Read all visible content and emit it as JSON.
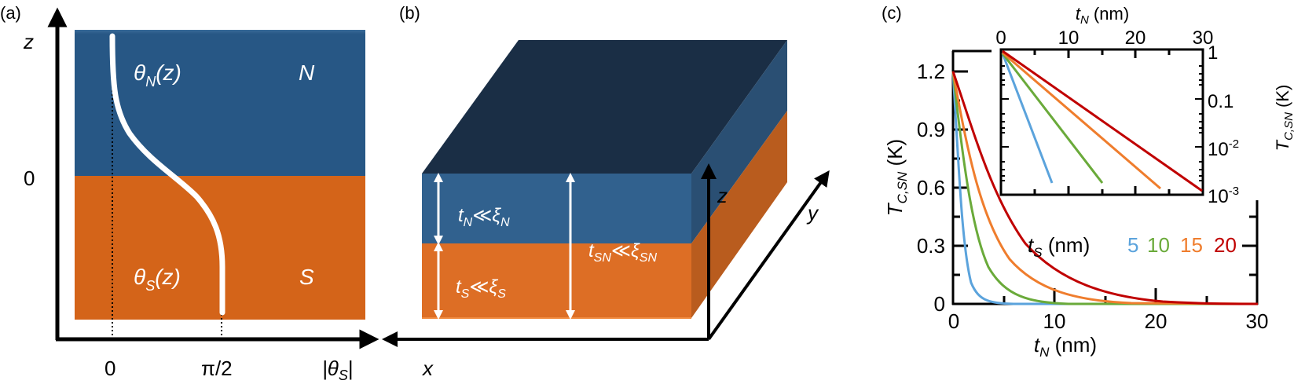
{
  "panels": {
    "a": {
      "label": "(a)",
      "axis_z_label": "z",
      "axis_z_zero": "0",
      "axis_theta_label": "|θ",
      "axis_theta_sub": "S",
      "axis_theta_close": "|",
      "tick_zero": "0",
      "tick_pi_half": "π/2",
      "theta_n": "θ",
      "theta_n_sub": "N",
      "theta_n_arg": "(z)",
      "theta_s": "θ",
      "theta_s_sub": "S",
      "theta_s_arg": "(z)",
      "layer_n": "N",
      "layer_s": "S",
      "colors": {
        "normal": "#275785",
        "superconductor": "#d46419"
      }
    },
    "b": {
      "label": "(b)",
      "t_n": "t",
      "t_n_sub": "N",
      "t_n_rel": "≪ξ",
      "t_n_rel_sub": "N",
      "t_s": "t",
      "t_s_sub": "S",
      "t_s_rel": "≪ξ",
      "t_s_rel_sub": "S",
      "t_sn": "t",
      "t_sn_sub": "SN",
      "t_sn_rel": "≪ξ",
      "t_sn_rel_sub": "SN",
      "axis_x": "x",
      "axis_y": "y",
      "axis_z": "z",
      "colors": {
        "top": "#1a2e45",
        "normal_front": "#31618e",
        "normal_side": "#2a4f73",
        "super_front": "#dd6e25",
        "super_side": "#b95c1e"
      }
    },
    "c": {
      "label": "(c)",
      "legend_prefix": "t",
      "legend_prefix_sub": "S",
      "legend_unit": "(nm)",
      "legend_values": [
        "5",
        "10",
        "15",
        "20"
      ]
    }
  },
  "chart_data": [
    {
      "type": "line",
      "title": "",
      "xlabel": "t_N (nm)",
      "ylabel": "T_C,SN (K)",
      "xlim": [
        0,
        30
      ],
      "ylim": [
        0,
        1.3
      ],
      "xticks": [
        "0",
        "10",
        "20",
        "30"
      ],
      "yticks": [
        "0",
        "0.3",
        "0.6",
        "0.9",
        "1.2"
      ],
      "legend_title": "t_S (nm)",
      "legend_position": "center-right",
      "grid": false,
      "x": [
        0,
        1,
        2,
        3,
        4,
        5,
        6,
        8,
        10,
        12,
        15,
        20,
        25,
        30
      ],
      "series": [
        {
          "name": "5",
          "color": "#5ba3dc",
          "values": [
            1.2,
            0.55,
            0.2,
            0.07,
            0.025,
            0.01,
            0.004,
            0.001,
            0.0,
            0.0,
            0.0,
            0.0,
            0.0,
            0.0
          ]
        },
        {
          "name": "10",
          "color": "#6aaa3a",
          "values": [
            1.2,
            0.75,
            0.45,
            0.27,
            0.16,
            0.1,
            0.06,
            0.025,
            0.01,
            0.004,
            0.001,
            0.0,
            0.0,
            0.0
          ]
        },
        {
          "name": "15",
          "color": "#ef7d2d",
          "values": [
            1.2,
            0.87,
            0.62,
            0.44,
            0.31,
            0.22,
            0.16,
            0.08,
            0.045,
            0.025,
            0.01,
            0.003,
            0.001,
            0.0
          ]
        },
        {
          "name": "20",
          "color": "#c00000",
          "values": [
            1.2,
            0.96,
            0.76,
            0.59,
            0.46,
            0.36,
            0.29,
            0.18,
            0.11,
            0.07,
            0.04,
            0.015,
            0.005,
            0.002
          ]
        }
      ]
    },
    {
      "type": "line",
      "title": "inset (log scale)",
      "xlabel": "t_N (nm)",
      "ylabel": "T_C,SN (K)",
      "xlim": [
        0,
        30
      ],
      "ylim": [
        0.001,
        1
      ],
      "yscale": "log",
      "xticks": [
        "0",
        "10",
        "20",
        "30"
      ],
      "yticks": [
        "10^-3",
        "10^-2",
        "0.1",
        "1"
      ],
      "grid": false,
      "series": [
        {
          "name": "5",
          "color": "#5ba3dc",
          "x": [
            0,
            7
          ],
          "values": [
            1.0,
            0.0013
          ]
        },
        {
          "name": "10",
          "color": "#6aaa3a",
          "x": [
            0,
            14
          ],
          "values": [
            1.0,
            0.0013
          ]
        },
        {
          "name": "15",
          "color": "#ef7d2d",
          "x": [
            0,
            22
          ],
          "values": [
            1.0,
            0.0011
          ]
        },
        {
          "name": "20",
          "color": "#c00000",
          "x": [
            0,
            30
          ],
          "values": [
            1.0,
            0.001
          ]
        }
      ]
    }
  ]
}
